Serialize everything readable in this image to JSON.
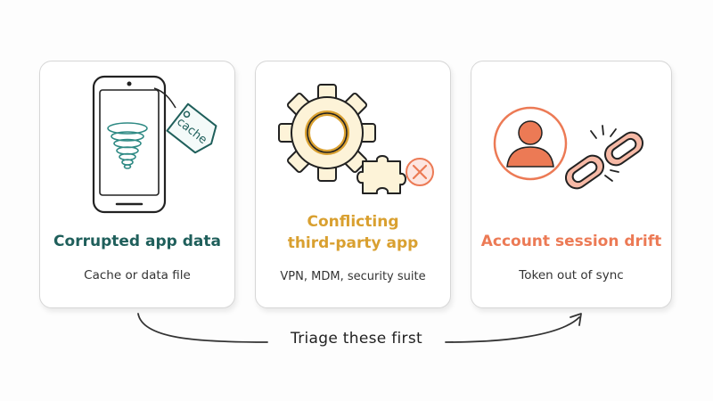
{
  "cards": [
    {
      "title": "Corrupted app data",
      "subtitle": "Cache or data file",
      "tag_text": "cache",
      "icon": "phone-with-cache-tag-icon",
      "color": "#1f5f5b"
    },
    {
      "title_line1": "Conflicting",
      "title_line2": "third-party app",
      "subtitle": "VPN, MDM, security suite",
      "icon": "gear-puzzle-conflict-icon",
      "color": "#d9a030"
    },
    {
      "title": "Account session drift",
      "subtitle": "Token out of sync",
      "icon": "user-broken-link-icon",
      "color": "#ec7a55"
    }
  ],
  "footer": {
    "label": "Triage these first"
  },
  "colors": {
    "teal": "#1f5f5b",
    "gold": "#d9a030",
    "coral": "#ec7a55",
    "line": "#333333"
  }
}
